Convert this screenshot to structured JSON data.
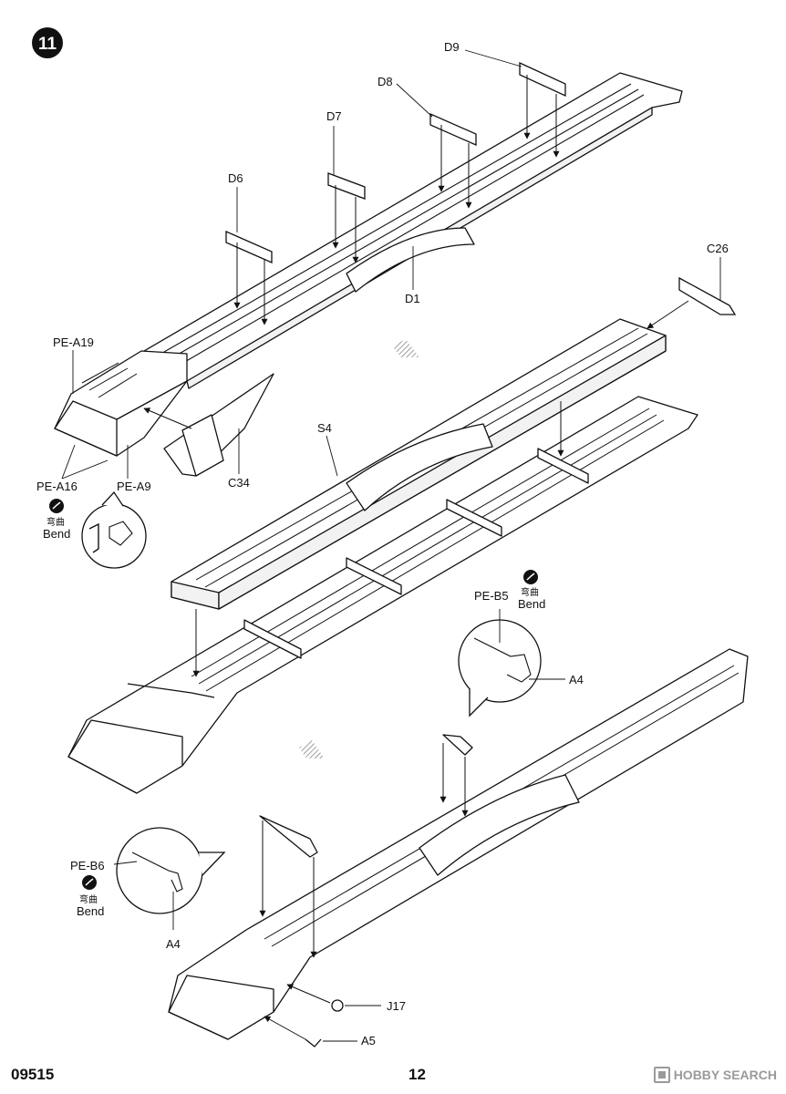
{
  "step": {
    "number": "11"
  },
  "labels": {
    "d9": "D9",
    "d8": "D8",
    "d7": "D7",
    "d6": "D6",
    "d1": "D1",
    "c26": "C26",
    "c34": "C34",
    "s4": "S4",
    "pe_a19": "PE-A19",
    "pe_a16": "PE-A16",
    "pe_a9": "PE-A9",
    "pe_b5": "PE-B5",
    "pe_b6": "PE-B6",
    "a4_top": "A4",
    "a4_bottom": "A4",
    "a5": "A5",
    "j17": "J17"
  },
  "bend_notes": [
    {
      "zh": "弯曲",
      "en": "Bend"
    },
    {
      "zh": "弯曲",
      "en": "Bend"
    },
    {
      "zh": "弯曲",
      "en": "Bend"
    }
  ],
  "footer": {
    "code": "09515",
    "page": "12"
  },
  "watermark": {
    "text": "HOBBY SEARCH"
  },
  "icons": [
    "bend-icon",
    "step-number-badge",
    "detail-callout-bubble"
  ]
}
